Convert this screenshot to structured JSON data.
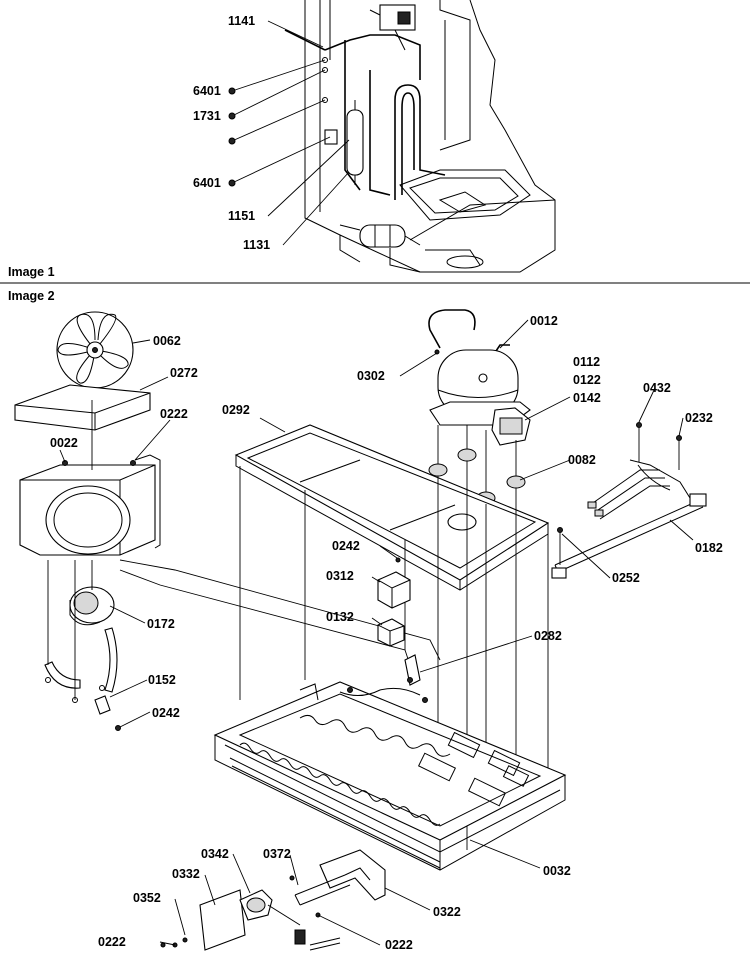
{
  "captions": {
    "image1": "Image 1",
    "image2": "Image 2"
  },
  "image1_labels": {
    "p1141": "1141",
    "p6401a": "6401",
    "p1731": "1731",
    "p6401b": "6401",
    "p1151": "1151",
    "p1131": "1131"
  },
  "image2_labels": {
    "p0062": "0062",
    "p0272": "0272",
    "p0222a": "0222",
    "p0022": "0022",
    "p0172": "0172",
    "p0152": "0152",
    "p0242a": "0242",
    "p0292": "0292",
    "p0302": "0302",
    "p0012": "0012",
    "p0112": "0112",
    "p0122": "0122",
    "p0142": "0142",
    "p0082": "0082",
    "p0432": "0432",
    "p0232": "0232",
    "p0182": "0182",
    "p0252": "0252",
    "p0242b": "0242",
    "p0312": "0312",
    "p0132": "0132",
    "p0282": "0282",
    "p0032": "0032",
    "p0342": "0342",
    "p0332": "0332",
    "p0372": "0372",
    "p0352": "0352",
    "p0322": "0322",
    "p0222b": "0222",
    "p0222c": "0222"
  }
}
